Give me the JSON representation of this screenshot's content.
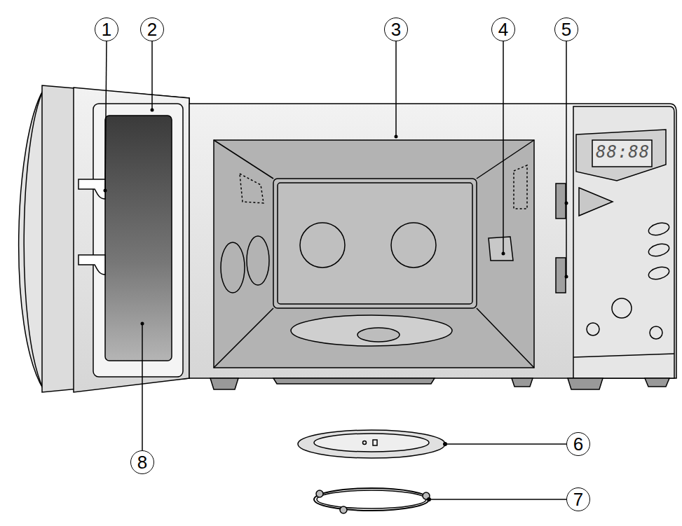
{
  "diagram": {
    "labels": [
      "1",
      "2",
      "3",
      "4",
      "5",
      "6",
      "7",
      "8",
      "88:88"
    ]
  }
}
